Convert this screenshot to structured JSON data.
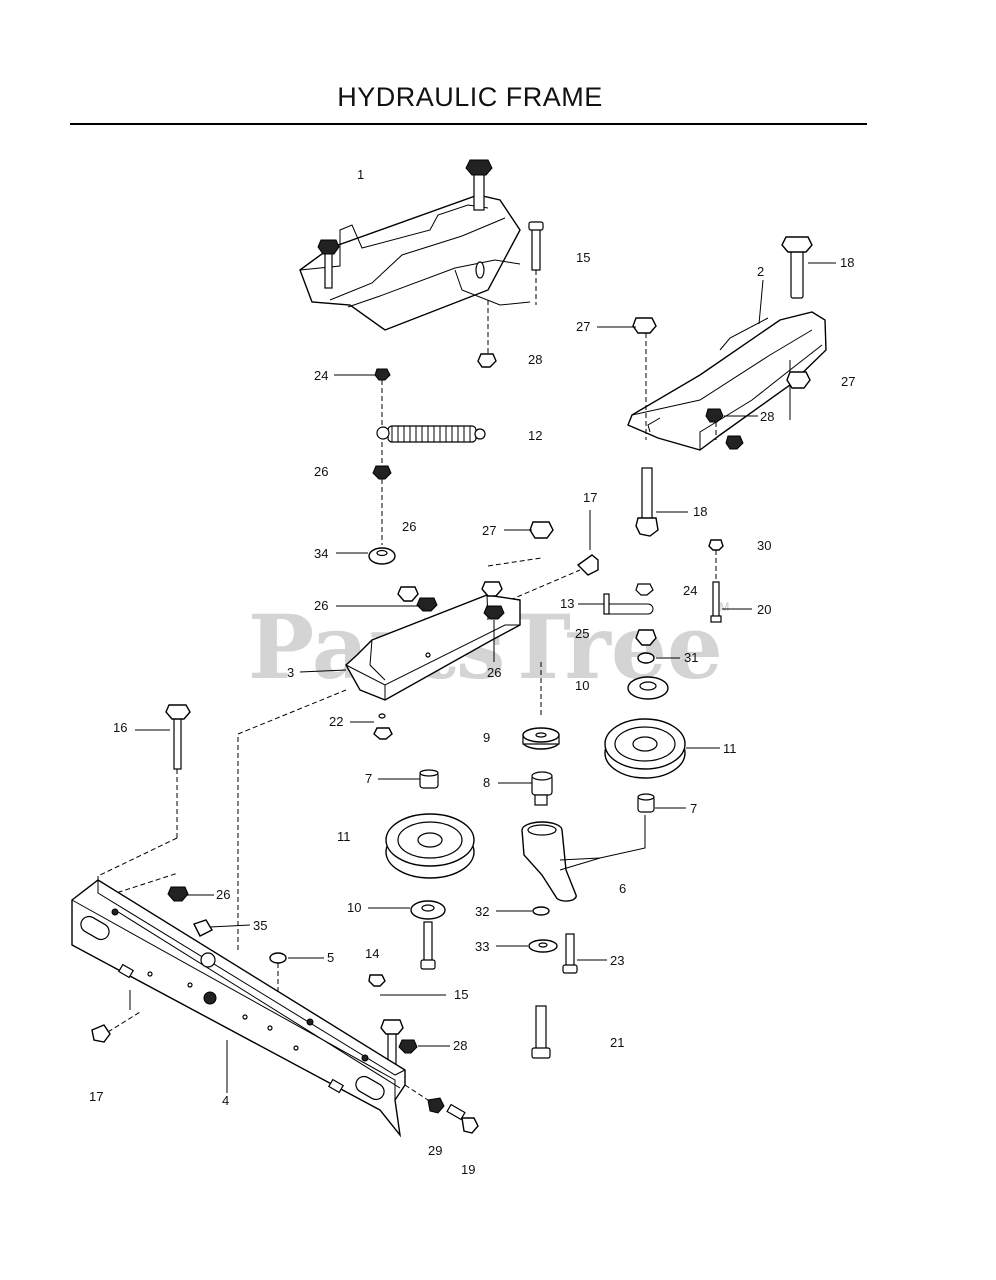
{
  "title": "HYDRAULIC FRAME",
  "watermark": {
    "text": "PartsTree",
    "tm": "TM"
  },
  "callouts": [
    "1",
    "15",
    "28",
    "18",
    "2",
    "27",
    "27",
    "28",
    "24",
    "12",
    "26",
    "26",
    "17",
    "27",
    "18",
    "30",
    "34",
    "26",
    "13",
    "24",
    "20",
    "25",
    "3",
    "26",
    "31",
    "10",
    "16",
    "22",
    "9",
    "11",
    "7",
    "8",
    "7",
    "11",
    "6",
    "26",
    "10",
    "32",
    "35",
    "5",
    "14",
    "33",
    "23",
    "15",
    "28",
    "21",
    "17",
    "4",
    "29",
    "19"
  ]
}
